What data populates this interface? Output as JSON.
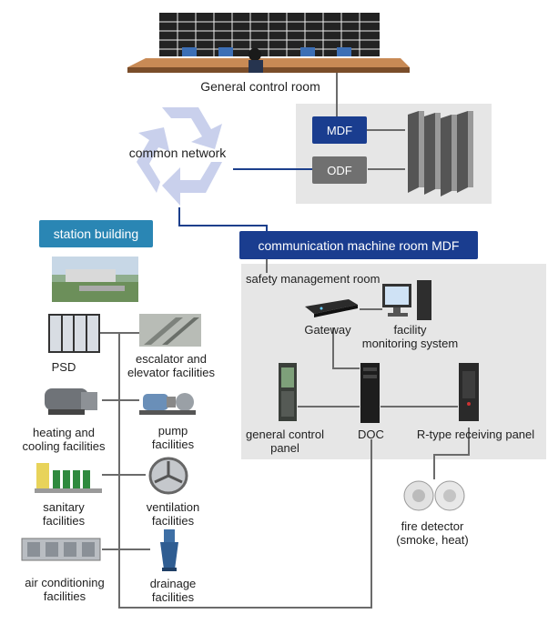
{
  "top": {
    "general_control_room": "General control room",
    "common_network": "common network",
    "mdf": "MDF",
    "odf": "ODF"
  },
  "station": {
    "title": "station building",
    "facilities": [
      {
        "id": "psd",
        "label": "PSD"
      },
      {
        "id": "escalator",
        "label": "escalator and\nelevator facilities"
      },
      {
        "id": "heating",
        "label": "heating and\ncooling facilities"
      },
      {
        "id": "pump",
        "label": "pump\nfacilities"
      },
      {
        "id": "sanitary",
        "label": "sanitary\nfacilities"
      },
      {
        "id": "ventilation",
        "label": "ventilation\nfacilities"
      },
      {
        "id": "aircon",
        "label": "air conditioning\nfacilities"
      },
      {
        "id": "drainage",
        "label": "drainage\nfacilities"
      }
    ]
  },
  "comm_room": {
    "title": "communication machine room MDF",
    "safety_management_room": "safety management room",
    "gateway": "Gateway",
    "facility_monitoring": "facility\nmonitoring system",
    "general_control_panel": "general control\npanel",
    "doc": "DOC",
    "r_type_panel": "R-type receiving panel",
    "fire_detector": "fire detector\n(smoke, heat)"
  },
  "colors": {
    "navy": "#1a3d8f",
    "teal": "#2a86b4",
    "gray_tag": "#707070",
    "panel": "#e6e6e6",
    "line": "#1c3f8c",
    "recycle": "#c9d0ec"
  }
}
